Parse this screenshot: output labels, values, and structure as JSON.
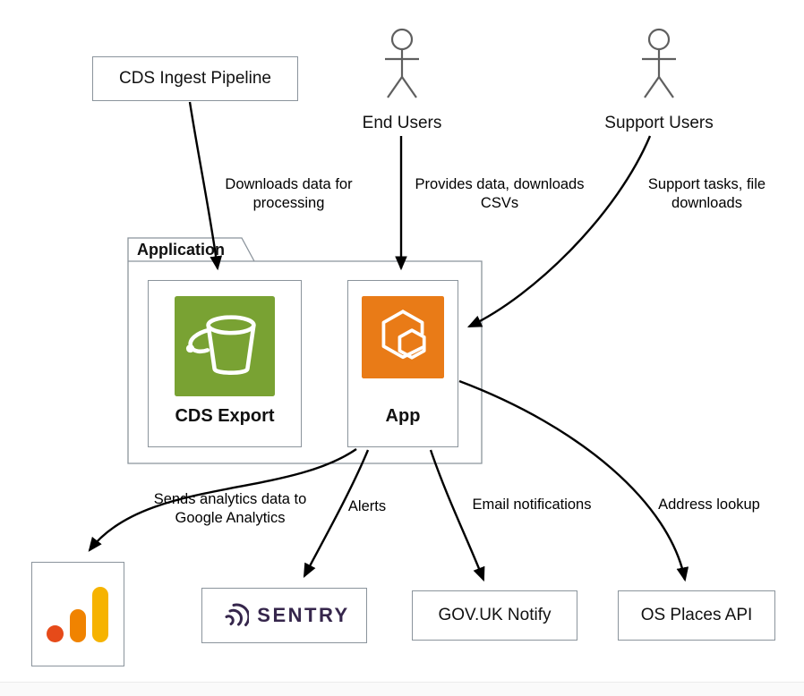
{
  "nodes": {
    "cds_ingest_pipeline": {
      "label": "CDS Ingest Pipeline"
    },
    "end_users": {
      "label": "End Users",
      "icon": "person-actor-icon"
    },
    "support_users": {
      "label": "Support Users",
      "icon": "person-actor-icon"
    },
    "application_group": {
      "label": "Application"
    },
    "cds_export": {
      "label": "CDS Export",
      "icon": "aws-s3-bucket-icon"
    },
    "app": {
      "label": "App",
      "icon": "aws-ecs-container-icon"
    },
    "google_analytics": {
      "icon": "google-analytics-logo"
    },
    "sentry": {
      "label": "SENTRY",
      "icon": "sentry-logo-icon"
    },
    "govuk_notify": {
      "label": "GOV.UK Notify"
    },
    "os_places_api": {
      "label": "OS Places API"
    }
  },
  "edges": [
    {
      "from": "CDS Ingest Pipeline",
      "to": "CDS Export",
      "label": "Downloads data for processing"
    },
    {
      "from": "End Users",
      "to": "App",
      "label": "Provides data, downloads CSVs"
    },
    {
      "from": "Support Users",
      "to": "App",
      "label": "Support tasks, file downloads"
    },
    {
      "from": "App",
      "to": "Google Analytics",
      "label": "Sends analytics data to Google Analytics"
    },
    {
      "from": "App",
      "to": "Sentry",
      "label": "Alerts"
    },
    {
      "from": "App",
      "to": "GOV.UK Notify",
      "label": "Email notifications"
    },
    {
      "from": "App",
      "to": "OS Places API",
      "label": "Address lookup"
    }
  ],
  "colors": {
    "s3_green": "#79A233",
    "ecs_orange": "#E97B17",
    "sentry_purple": "#36264C",
    "ga_yellow": "#F6B300",
    "ga_orange": "#F08300",
    "ga_deep_orange": "#E64A19",
    "box_border": "#8B949C",
    "arrow": "#000000",
    "actor_gray": "#5F5F5F"
  }
}
